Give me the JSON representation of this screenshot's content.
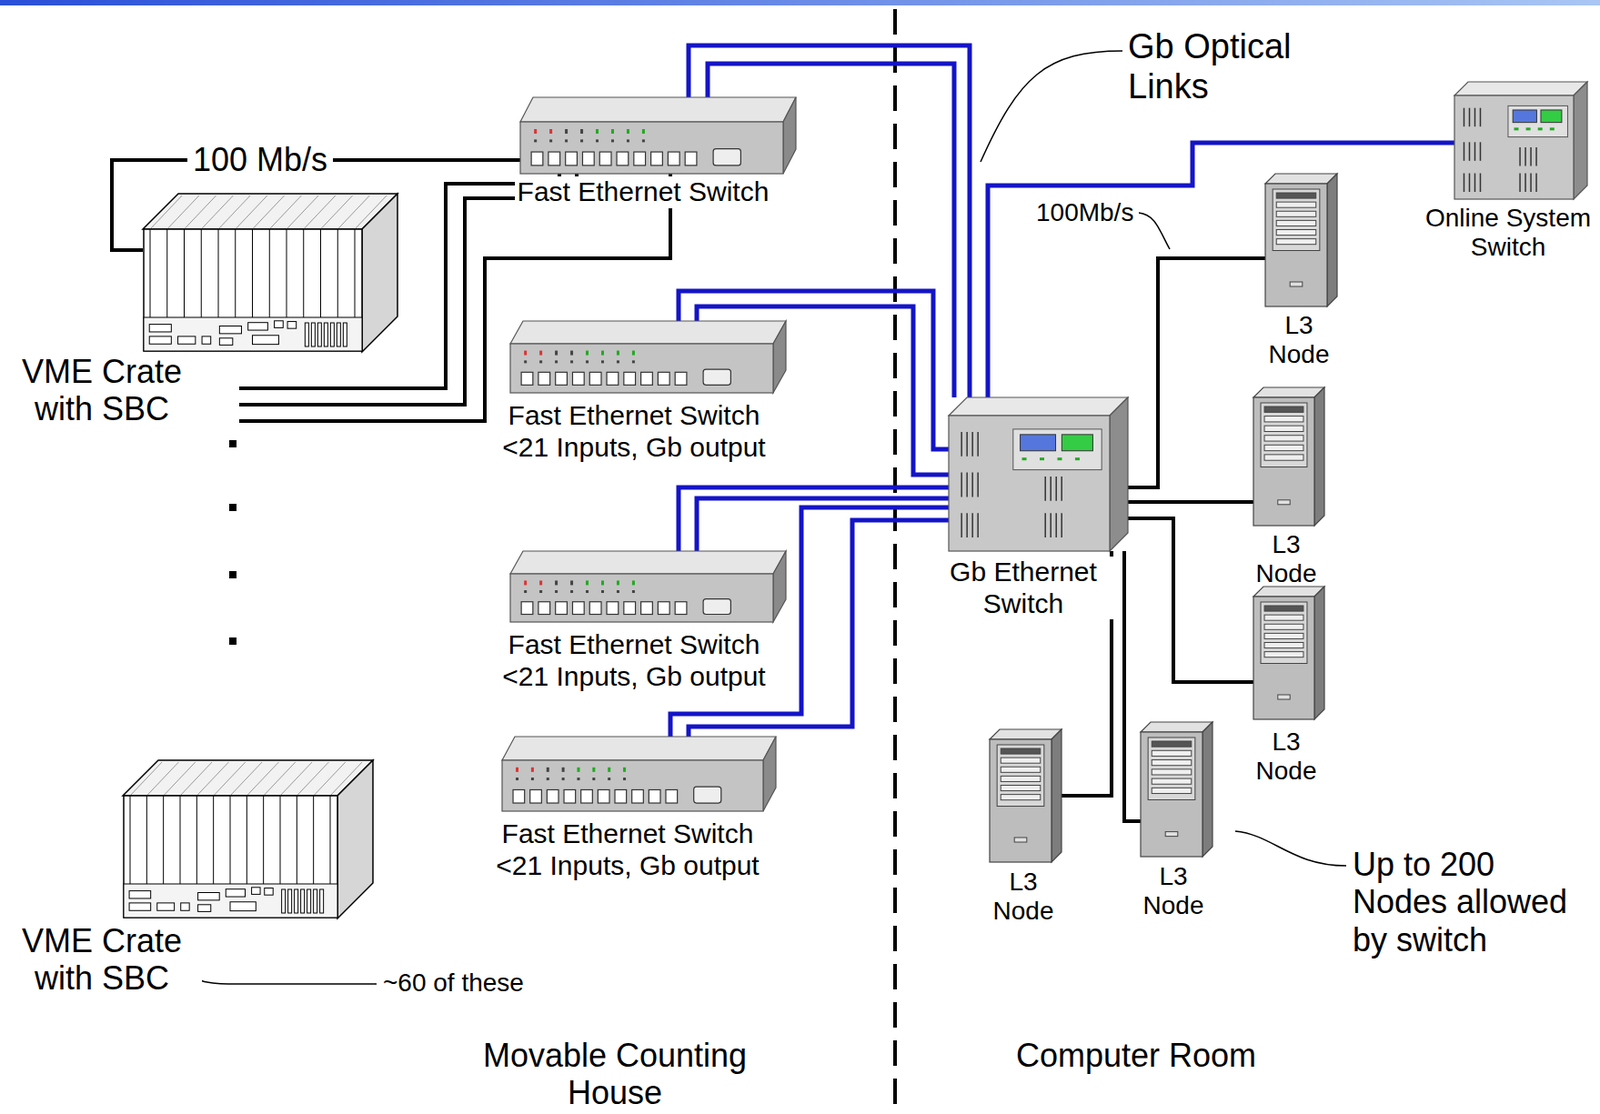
{
  "diagram": {
    "nodes": [
      {
        "text": [
          "VME Crate with SBC"
        ]
      },
      {
        "text": [
          "Fast Ethernet Switch"
        ]
      },
      {
        "text": [
          "Fast Ethernet Switch <21 Inputs, Gb output"
        ]
      },
      {
        "text": [
          "Fast Ethernet Switch <21 Inputs, Gb output"
        ]
      },
      {
        "text": [
          "Fast Ethernet Switch <21 Inputs, Gb output"
        ]
      },
      {
        "text": [
          "VME Crate with SBC"
        ]
      },
      {
        "text": [
          "Gb Ethernet Switch"
        ]
      },
      {
        "text": [
          "Online System Switch"
        ]
      },
      {
        "text": [
          "L3 Node"
        ]
      },
      {
        "text": [
          "L3 Node"
        ]
      },
      {
        "text": [
          "L3 Node"
        ]
      },
      {
        "text": [
          "L3 Node"
        ]
      },
      {
        "text": [
          "L3 Node"
        ]
      }
    ],
    "edges": [
      {
        "from": 0,
        "to": 1,
        "arrow": "none",
        "label": "100 Mb/s"
      },
      {
        "from": 1,
        "to": 6,
        "arrow": "none"
      },
      {
        "from": 1,
        "to": 6,
        "arrow": "none"
      },
      {
        "from": 2,
        "to": 6,
        "arrow": "none"
      },
      {
        "from": 2,
        "to": 6,
        "arrow": "none"
      },
      {
        "from": 3,
        "to": 6,
        "arrow": "none"
      },
      {
        "from": 3,
        "to": 6,
        "arrow": "none"
      },
      {
        "from": 4,
        "to": 6,
        "arrow": "none"
      },
      {
        "from": 4,
        "to": 6,
        "arrow": "none"
      },
      {
        "from": 6,
        "to": 7,
        "arrow": "none"
      },
      {
        "from": 6,
        "to": 8,
        "arrow": "none"
      },
      {
        "from": 6,
        "to": 9,
        "arrow": "none"
      },
      {
        "from": 6,
        "to": 10,
        "arrow": "none"
      },
      {
        "from": 6,
        "to": 11,
        "arrow": "none"
      },
      {
        "from": 6,
        "to": 12,
        "arrow": "none"
      }
    ],
    "labels": [
      "Gb Optical Links",
      "100Mb/s",
      "~60 of these",
      "Up to 200 Nodes allowed by switch",
      "Movable Counting House",
      "Computer Room"
    ]
  }
}
